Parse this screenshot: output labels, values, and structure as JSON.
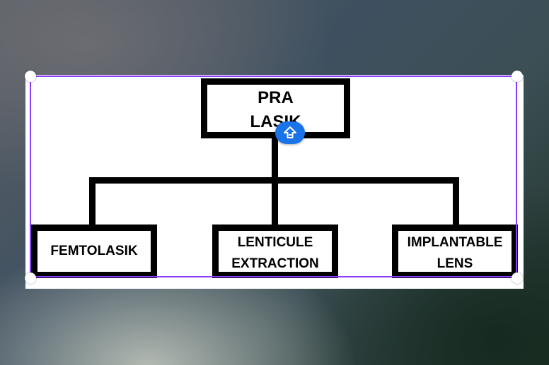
{
  "diagram": {
    "root": {
      "label": "PRA\nLASIK"
    },
    "children": [
      {
        "label": "FEMTOLASIK"
      },
      {
        "label": "LENTICULE\nEXTRACTION"
      },
      {
        "label": "IMPLANTABLE\nLENS"
      }
    ]
  },
  "selection": {
    "color": "#8b3dff"
  },
  "move_button": {
    "icon": "move-up-arrow-icon",
    "color": "#1a73e8"
  }
}
